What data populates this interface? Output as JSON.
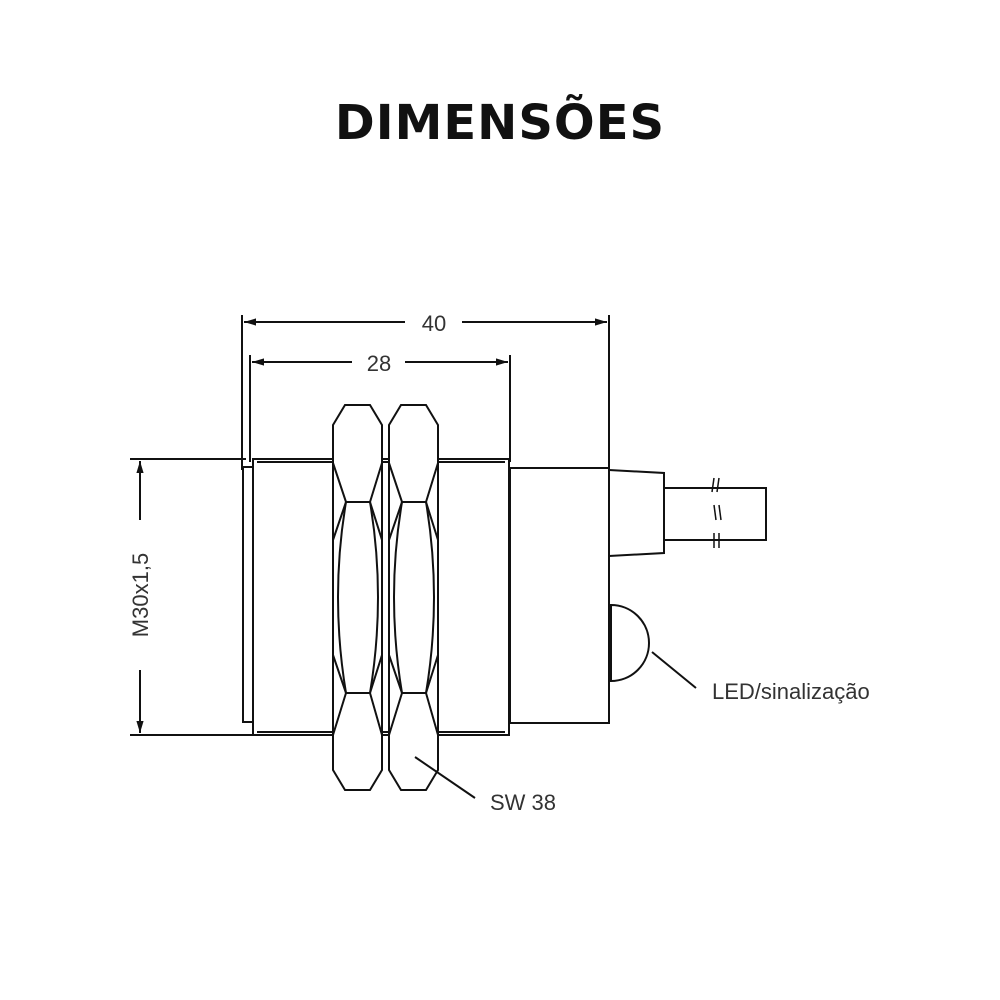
{
  "title": "DIMENSÕES",
  "dimensions": {
    "overall_length": "40",
    "thread_length": "28",
    "thread": "M30x1,5",
    "nut": "SW 38",
    "led": "LED/sinalização"
  },
  "colors": {
    "line": "#111111",
    "text": "#333333"
  }
}
